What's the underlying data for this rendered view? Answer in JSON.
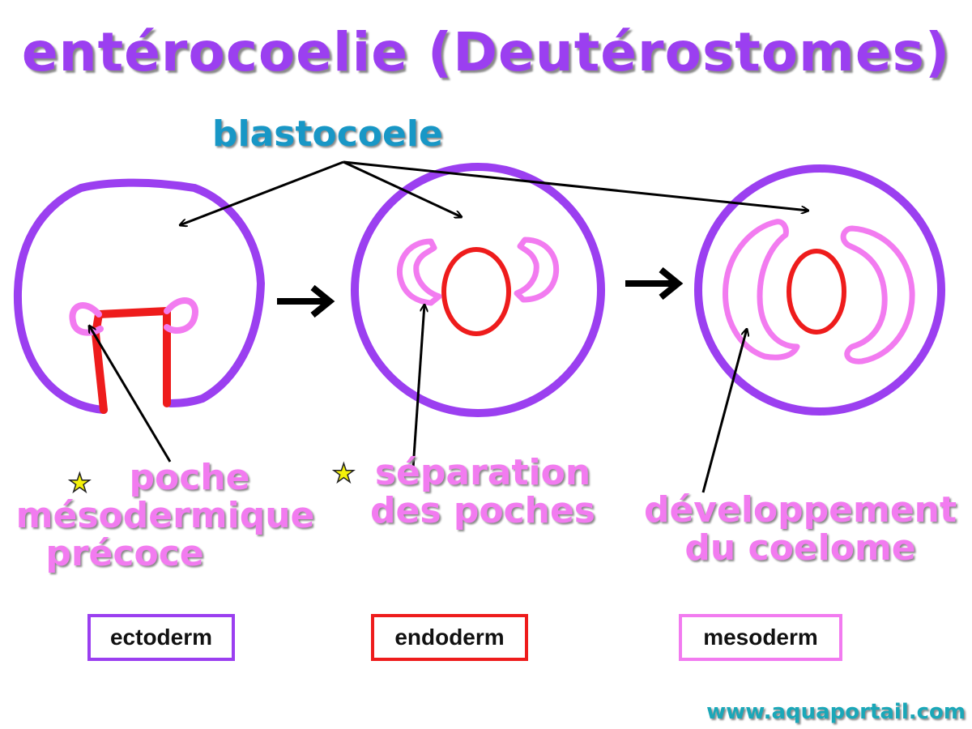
{
  "title": "entérocoelie (Deutérostomes)",
  "blastocoele_label": "blastocoele",
  "stages": [
    {
      "line1": "poche",
      "line2": "mésodermique",
      "line3": "précoce"
    },
    {
      "line1": "séparation",
      "line2": "des poches"
    },
    {
      "line1": "développement",
      "line2": "du coelome"
    }
  ],
  "star_glyph": "★",
  "legend": [
    {
      "label": "ectoderm",
      "color": "#9b3ff0"
    },
    {
      "label": "endoderm",
      "color": "#ee1c1c"
    },
    {
      "label": "mesoderm",
      "color": "#f27bf0"
    }
  ],
  "website": "www.aquaportail.com",
  "colors": {
    "ectoderm": "#9b3ff0",
    "endoderm": "#ee1c1c",
    "mesoderm": "#f27bf0",
    "title": "#9b3ff0",
    "blastocoele": "#1897c6"
  }
}
